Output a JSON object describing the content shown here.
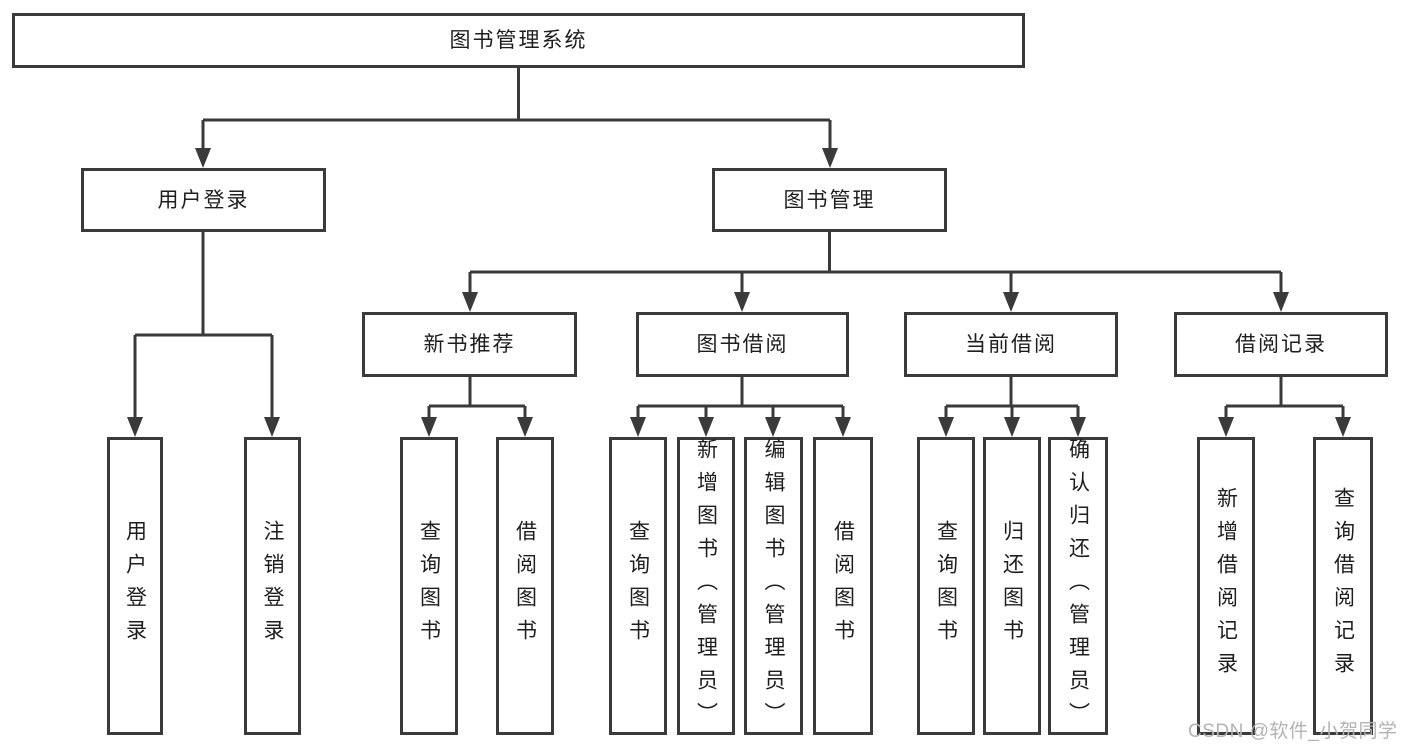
{
  "diagram": {
    "root": {
      "label": "图书管理系统"
    },
    "level2": [
      {
        "label": "用户登录"
      },
      {
        "label": "图书管理"
      }
    ],
    "level3": [
      {
        "label": "新书推荐"
      },
      {
        "label": "图书借阅"
      },
      {
        "label": "当前借阅"
      },
      {
        "label": "借阅记录"
      }
    ],
    "leaves": {
      "user_login": [
        "用户登录",
        "注销登录"
      ],
      "new_book": [
        "查询图书",
        "借阅图书"
      ],
      "book_borrow": [
        "查询图书",
        "新增图书（管理员）",
        "编辑图书（管理员）",
        "借阅图书"
      ],
      "current_borrow": [
        "查询图书",
        "归还图书",
        "确认归还（管理员）"
      ],
      "borrow_record": [
        "新增借阅记录",
        "查询借阅记录"
      ]
    }
  },
  "watermark": "CSDN @软件_小贺同学",
  "colors": {
    "line": "#3a3a3a",
    "text": "#1e1e1e",
    "watermark": "#b3b3b3",
    "background": "#ffffff"
  }
}
